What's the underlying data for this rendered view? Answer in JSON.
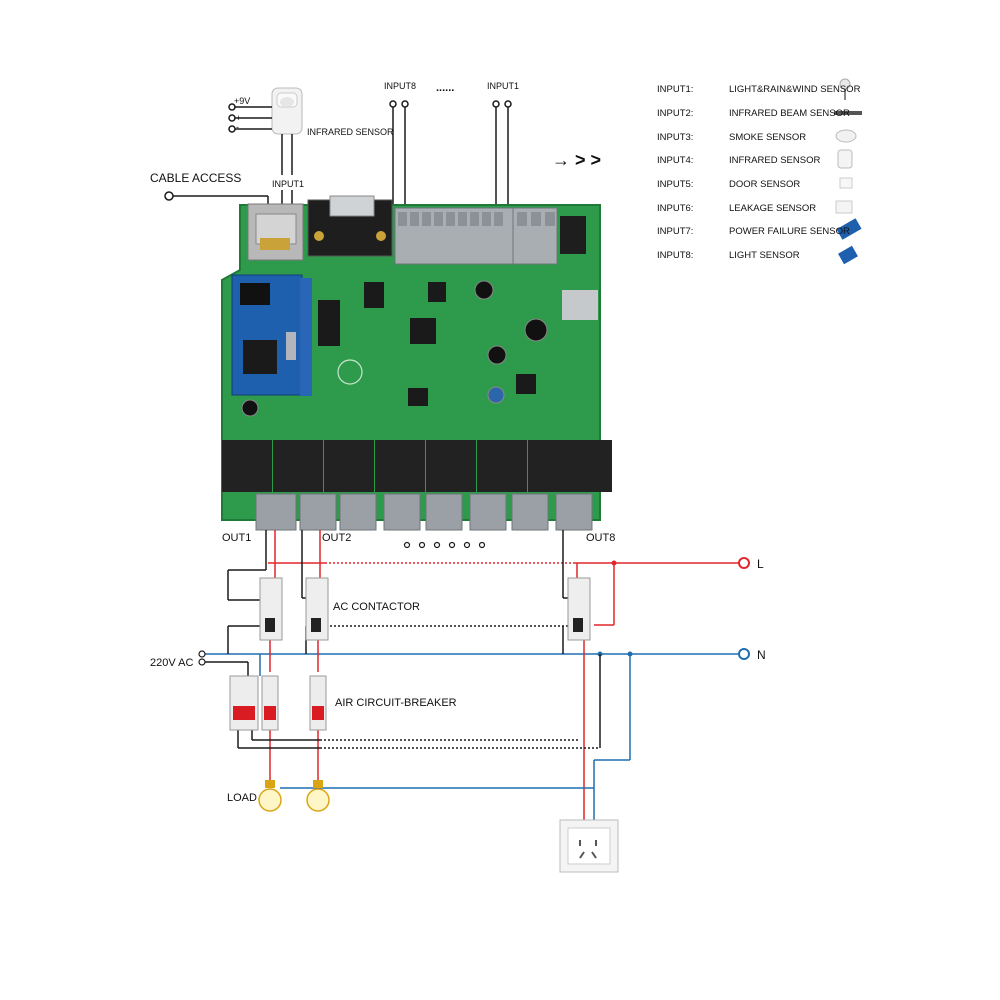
{
  "labels": {
    "plus9v": "+9V",
    "plus": "+",
    "minus": "-",
    "infrared_sensor": "INFRARED SENSOR",
    "input1_small": "INPUT1",
    "cable_access": "CABLE ACCESS",
    "input8_top": "INPUT8",
    "dots_top": "......",
    "input1_top": "INPUT1",
    "arrows": "→ > >",
    "out1": "OUT1",
    "out2": "OUT2",
    "out8": "OUT8",
    "L": "L",
    "N": "N",
    "ac_contactor": "AC CONTACTOR",
    "v220": "220V AC",
    "air_breaker": "AIR CIRCUIT-BREAKER",
    "load": "LOAD"
  },
  "legend": [
    {
      "key": "INPUT1:",
      "value": "LIGHT&RAIN&WIND SENSOR",
      "icon": "weather-sensor-icon"
    },
    {
      "key": "INPUT2:",
      "value": "INFRARED BEAM SENSOR",
      "icon": "beam-sensor-icon"
    },
    {
      "key": "INPUT3:",
      "value": "SMOKE SENSOR",
      "icon": "smoke-sensor-icon"
    },
    {
      "key": "INPUT4:",
      "value": "INFRARED SENSOR",
      "icon": "pir-sensor-icon"
    },
    {
      "key": "INPUT5:",
      "value": "DOOR SENSOR",
      "icon": "door-sensor-icon"
    },
    {
      "key": "INPUT6:",
      "value": "LEAKAGE SENSOR",
      "icon": "leak-sensor-icon"
    },
    {
      "key": "INPUT7:",
      "value": "POWER FAILURE SENSOR",
      "icon": "power-sensor-icon"
    },
    {
      "key": "INPUT8:",
      "value": "LIGHT SENSOR",
      "icon": "light-sensor-icon"
    }
  ],
  "colors": {
    "pcb": "#2e9a4c",
    "pcb_dark": "#1f7a38",
    "relay": "#222222",
    "terminal": "#9aa0a6",
    "wire_live": "#e0262c",
    "wire_neutral": "#1f6fb0",
    "wire_black": "#1a1a1a",
    "module_blue": "#1e5fae"
  }
}
